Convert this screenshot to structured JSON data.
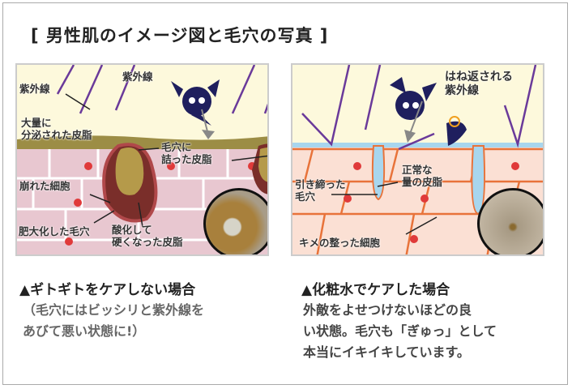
{
  "title": "[ 男性肌のイメージ図と毛穴の写真 ]",
  "left": {
    "labels": {
      "uv": "紫外線",
      "uv2": "紫外線",
      "sebum_line1": "大量に",
      "sebum_line2": "分泌された皮脂",
      "clogged_line1": "毛穴に",
      "clogged_line2": "詰った皮脂",
      "broken_cells": "崩れた細胞",
      "enlarged_pore": "肥大化した毛穴",
      "oxidized_line1": "酸化して",
      "oxidized_line2": "硬くなった皮脂"
    },
    "caption": "▲ギトギトをケアしない場合",
    "description": [
      "（毛穴にはビッシリと紫外線を",
      "あびて悪い状態に!）"
    ]
  },
  "right": {
    "labels": {
      "bounced_line1": "はね返される",
      "bounced_line2": "紫外線",
      "tight_line1": "引き締った",
      "tight_line2": "毛穴",
      "normal_line1": "正常な",
      "normal_line2": "量の皮脂",
      "cells": "キメの整った細胞"
    },
    "caption": "▲化粧水でケアした場合",
    "description": [
      "外敵をよせつけないほどの良",
      "い状態。毛穴も「ぎゅっ」として",
      "本当にイキイキしています。"
    ]
  },
  "colors": {
    "sky": "#fdf9dc",
    "uv": "#6a3a9a",
    "bad_skin": "#e8c7d0",
    "good_skin": "#fbe0d4",
    "good_border": "#e8733a",
    "sebum": "#b59a4a",
    "pore": "#7a2e2a",
    "water": "#a8d6ee"
  }
}
